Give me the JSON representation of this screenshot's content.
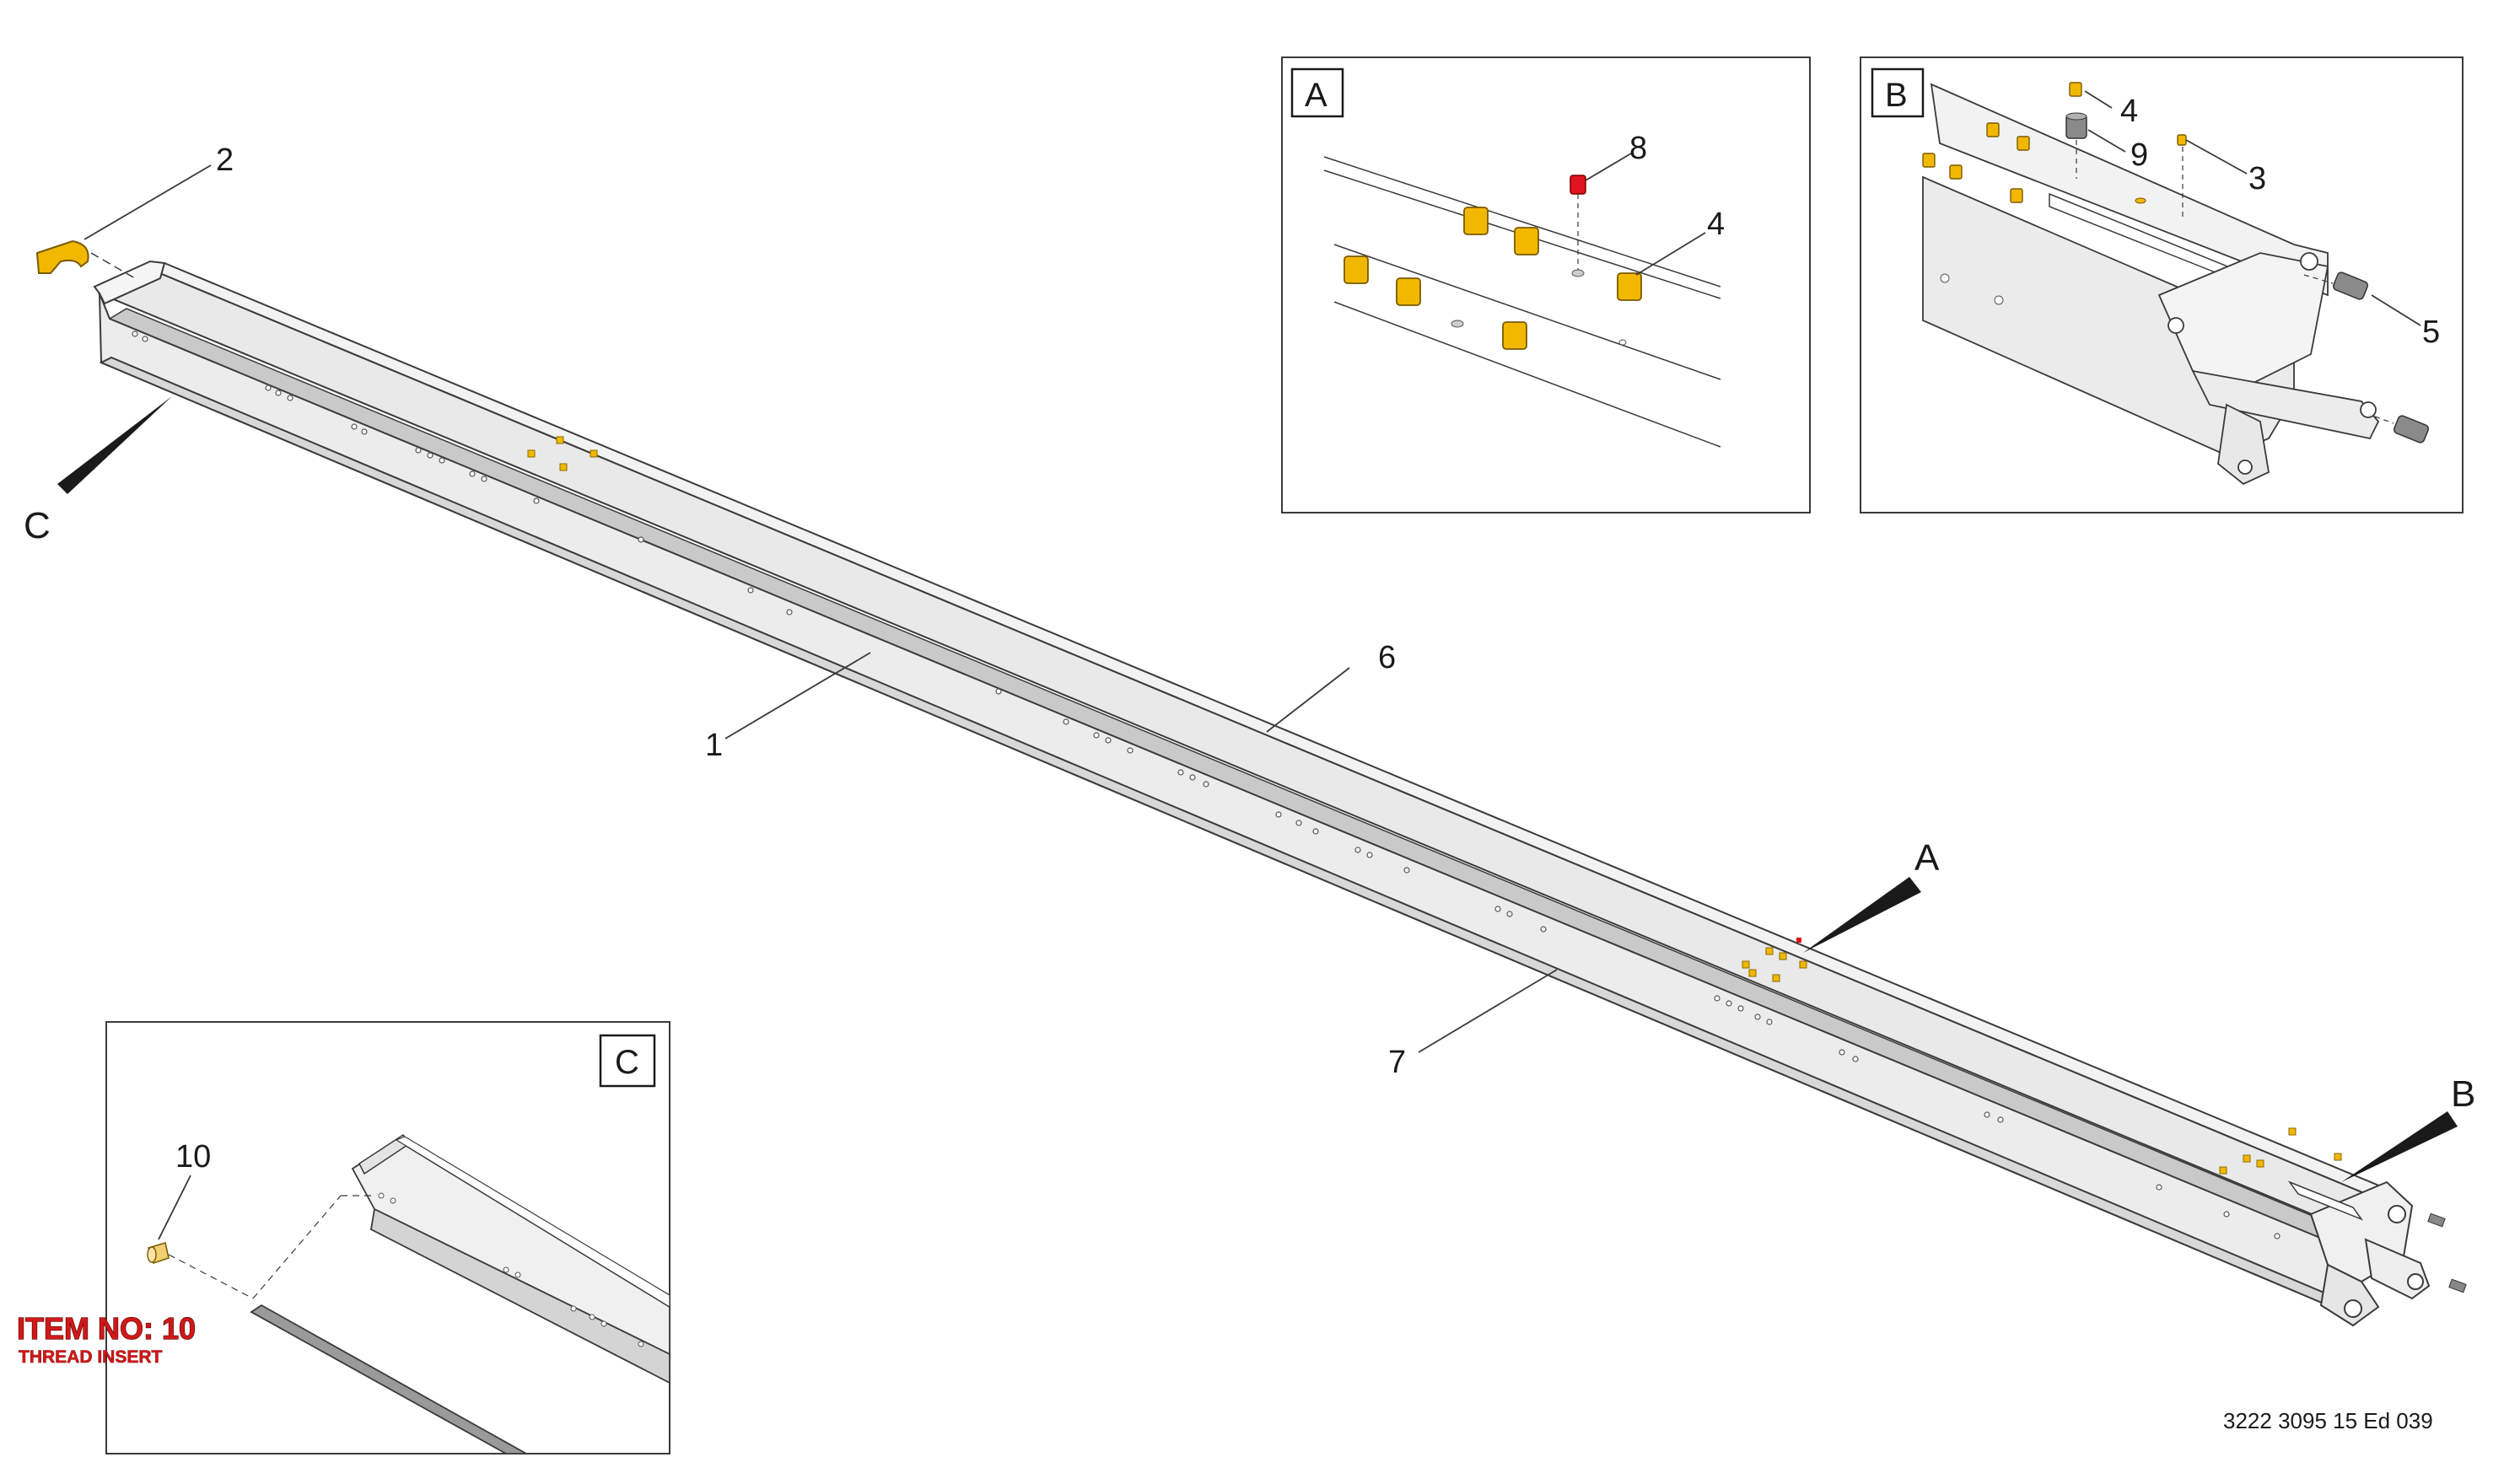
{
  "callouts": {
    "c1": "1",
    "c2": "2",
    "c6": "6",
    "c7": "7",
    "viewA_c8": "8",
    "viewA_c4": "4",
    "viewB_c4": "4",
    "viewB_c9": "9",
    "viewB_c3": "3",
    "viewB_c5": "5",
    "viewC_c10": "10"
  },
  "view_markers": {
    "a": "A",
    "b": "B",
    "c": "C"
  },
  "detail_views": {
    "a_label": "A",
    "b_label": "B",
    "c_label": "C"
  },
  "item_note": {
    "number": "ITEM NO: 10",
    "description": "THREAD INSERT"
  },
  "document_reference": "3222 3095 15 Ed 039",
  "colors": {
    "part_yellow": "#f2b800",
    "part_red": "#e0141e",
    "part_grey": "#8a8a8a",
    "beam_fill": "#ececec",
    "beam_shade": "#cfcfcf",
    "line": "#3a3a3a"
  }
}
